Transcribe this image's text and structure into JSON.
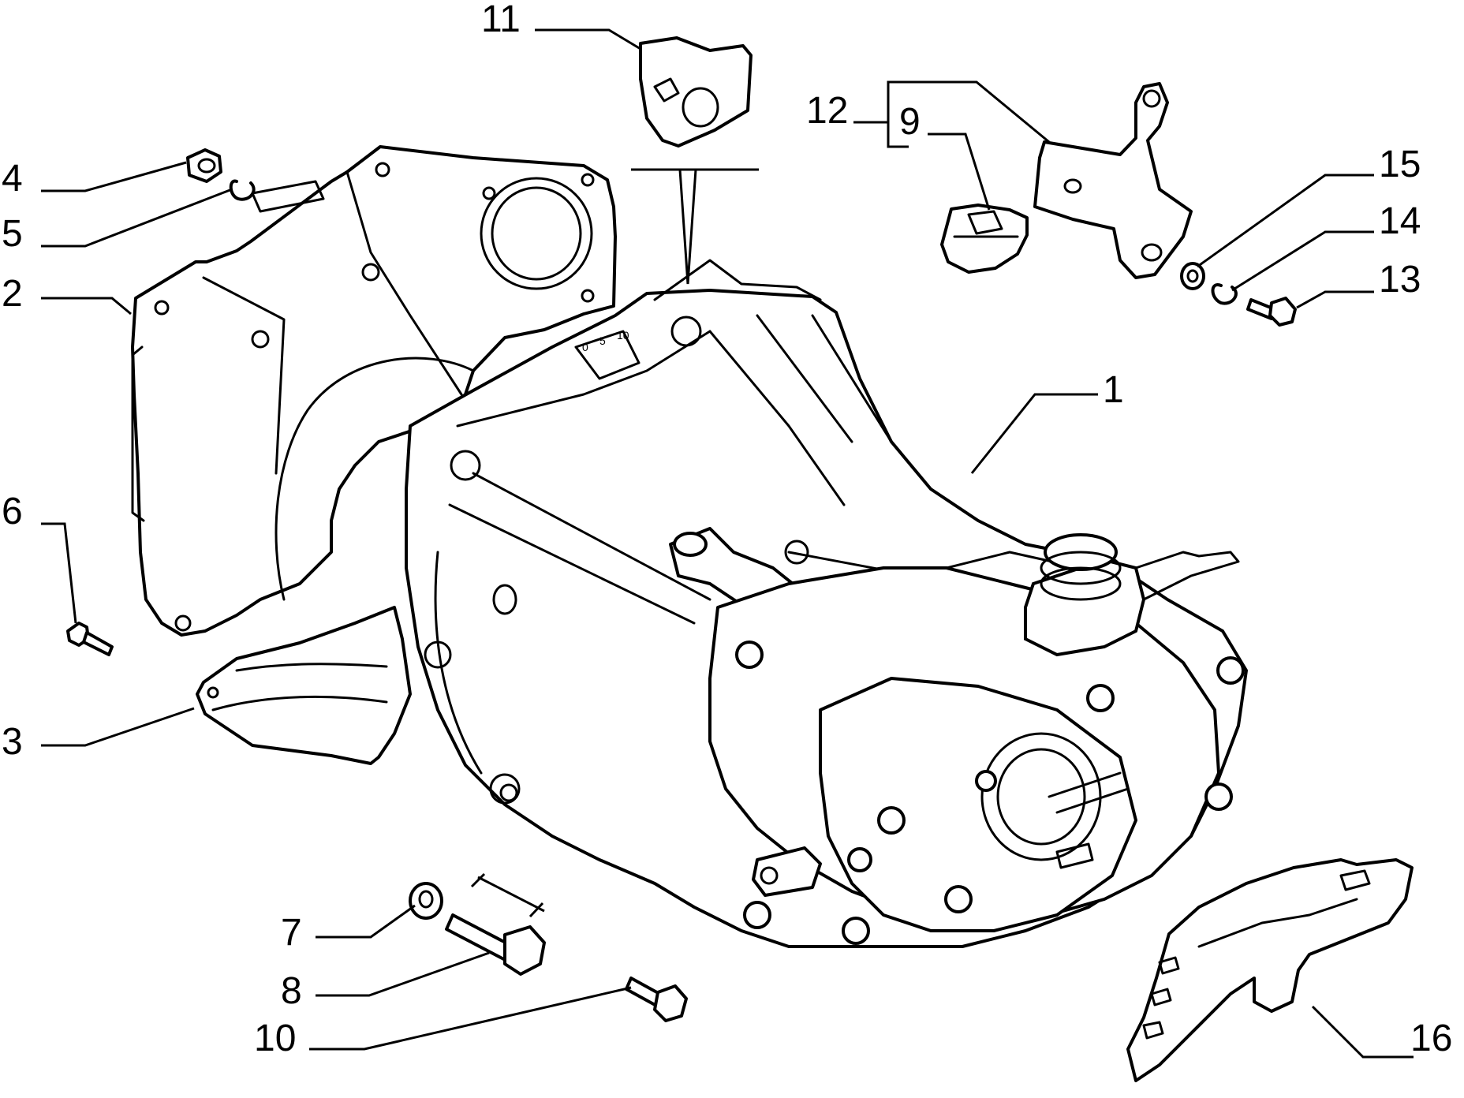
{
  "callouts": {
    "c1": "1",
    "c2": "2",
    "c3": "3",
    "c4": "4",
    "c5": "5",
    "c6": "6",
    "c7": "7",
    "c8": "8",
    "c9": "9",
    "c10": "10",
    "c11": "11",
    "c12": "12",
    "c13": "13",
    "c14": "14",
    "c15": "15",
    "c16": "16"
  },
  "scale_marks": {
    "m0": "0",
    "m5": "5",
    "m10": "10"
  },
  "parts": [
    "gearbox-housing",
    "flywheel-cover-plate",
    "lower-cover-plate",
    "nut",
    "spring-washer",
    "bolt",
    "washer",
    "long-bolt",
    "mount-rubber",
    "flange-bolt",
    "cable-bracket-cap",
    "cable-bracket-assembly",
    "small-bolt",
    "lock-washer",
    "flat-washer",
    "cable-guide-bracket"
  ]
}
